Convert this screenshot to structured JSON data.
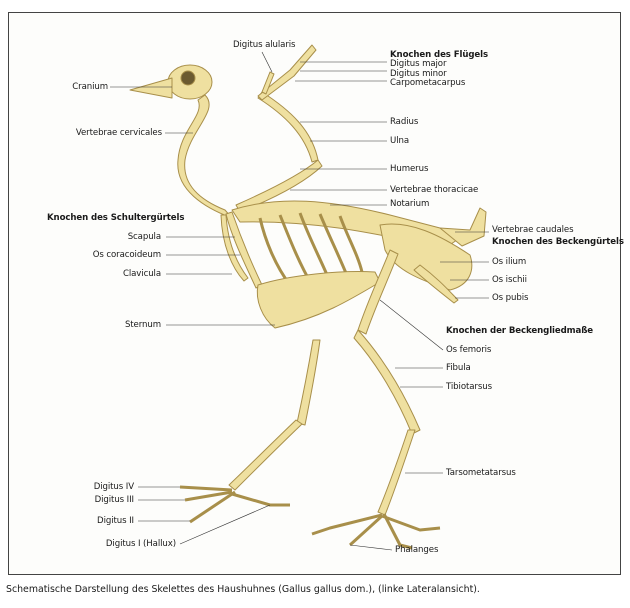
{
  "labels": {
    "digitus_alularis": "Digitus alularis",
    "wing_heading": "Knochen des Flügels",
    "digitus_major": "Digitus major",
    "digitus_minor": "Digitus minor",
    "carpometacarpus": "Carpometacarpus",
    "cranium": "Cranium",
    "radius": "Radius",
    "ulna": "Ulna",
    "vertebrae_cervicales": "Vertebrae cervicales",
    "humerus": "Humerus",
    "vertebrae_thoracicae": "Vertebrae thoracicae",
    "notarium": "Notarium",
    "shoulder_heading": "Knochen des Schultergürtels",
    "scapula": "Scapula",
    "os_coracoideum": "Os coracoideum",
    "clavicula": "Clavicula",
    "vertebrae_caudales": "Vertebrae caudales",
    "pelvis_heading": "Knochen des Beckengürtels",
    "os_ilium": "Os ilium",
    "os_ischii": "Os ischii",
    "os_pubis": "Os pubis",
    "sternum": "Sternum",
    "hindlimb_heading": "Knochen der Beckengliedmaße",
    "os_femoris": "Os femoris",
    "fibula": "Fibula",
    "tibiotarsus": "Tibiotarsus",
    "tarsometatarsus": "Tarsometatarsus",
    "digitus_iv": "Digitus IV",
    "digitus_iii": "Digitus III",
    "digitus_ii": "Digitus II",
    "digitus_i": "Digitus I (Hallux)",
    "phalanges": "Phalanges"
  },
  "caption": "Schematische Darstellung des Skelettes des Haushuhnes (Gallus gallus dom.), (linke Lateralansicht).",
  "colors": {
    "bone": "#efe0a0",
    "bone_stroke": "#a88f4a",
    "leader": "#333333"
  }
}
